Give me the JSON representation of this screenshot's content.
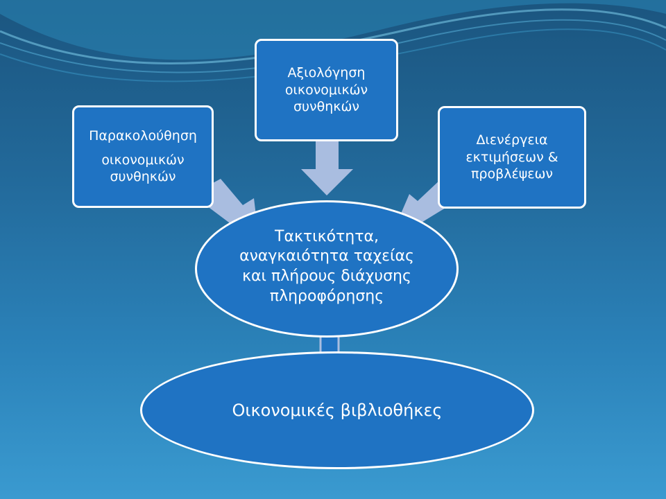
{
  "diagram": {
    "boxes": {
      "monitoring": {
        "line1": "Παρακολούθηση",
        "line2": "οικονομικών",
        "line3": "συνθηκών"
      },
      "evaluation": {
        "line1": "Αξιολόγηση",
        "line2": "οικονομικών",
        "line3": "συνθηκών"
      },
      "estimates": {
        "line1": "Διενέργεια",
        "line2": "εκτιμήσεων &",
        "line3": "προβλέψεων"
      }
    },
    "center": {
      "line1": "Τακτικότητα,",
      "line2": "αναγκαιότητα ταχείας",
      "line3": "και πλήρους διάχυσης",
      "line4": "πληροφόρησης"
    },
    "base": {
      "label": "Οικονομικές βιβλιοθήκες"
    }
  },
  "colors": {
    "background_top": "#1b557f",
    "background_bottom": "#3a9ad0",
    "node_fill": "#1f73c3",
    "node_border": "#ffffff",
    "arrow_fill": "#a9bde0",
    "up_arrow_fill": "#1f73c3",
    "up_arrow_border": "#a9bde0"
  }
}
